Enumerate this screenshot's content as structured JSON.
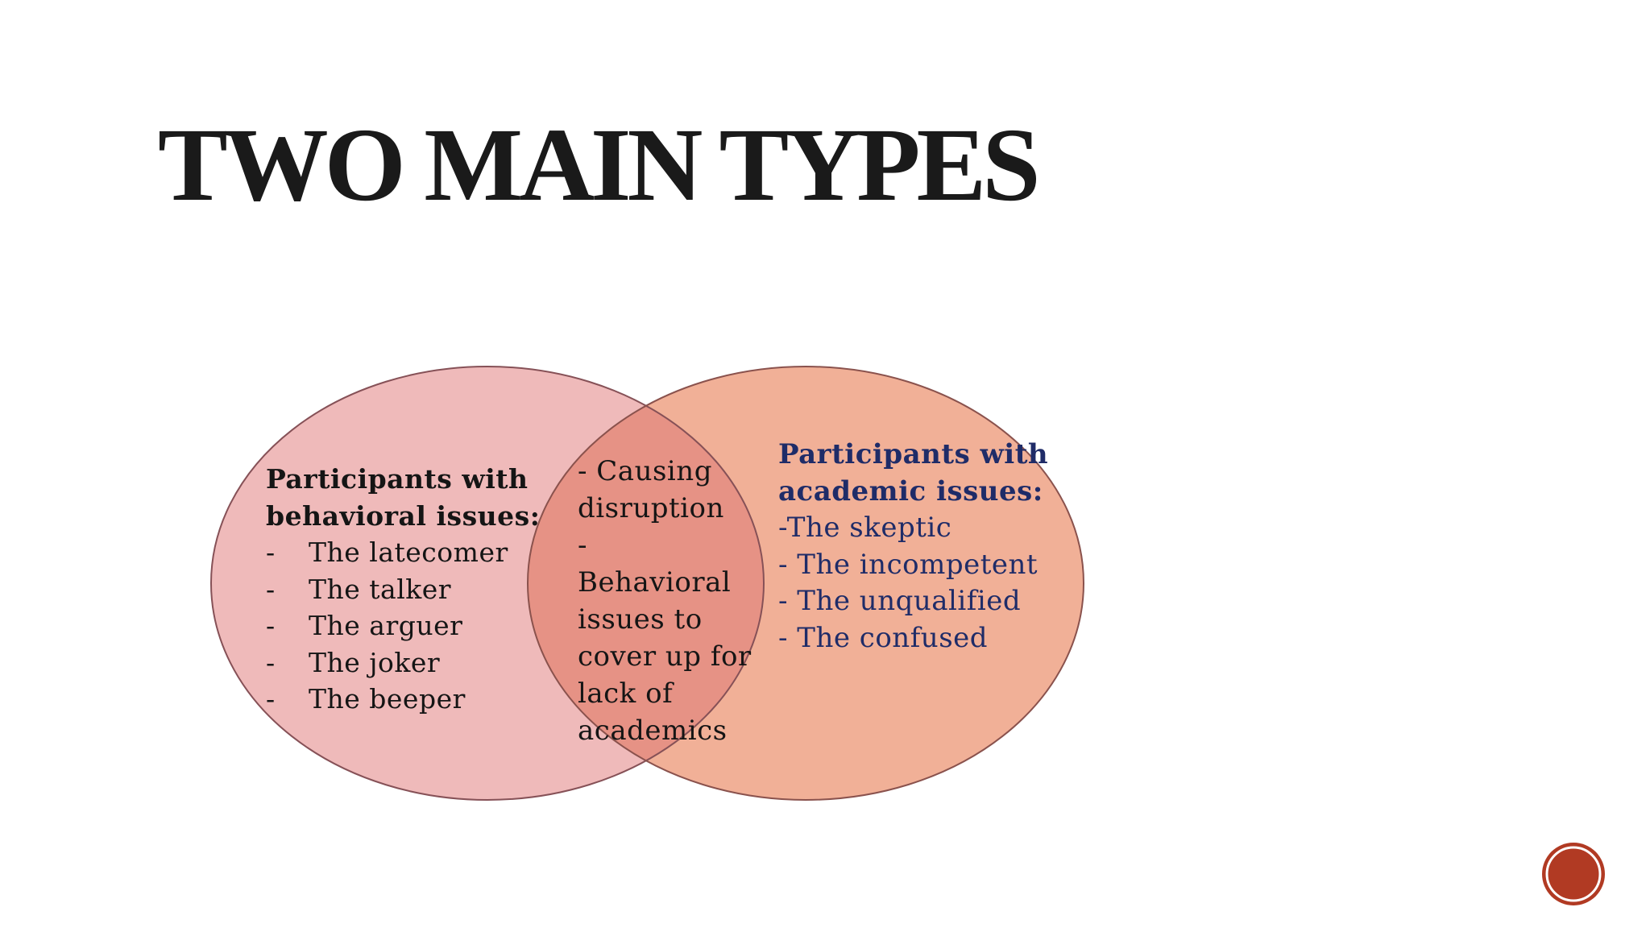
{
  "title": "TWO MAIN TYPES",
  "title_color": "#1a1a1a",
  "background": "#ffffff",
  "venn": {
    "left": {
      "heading": [
        "Participants with",
        "behavioral issues:"
      ],
      "bullet": "-",
      "items": [
        "The latecomer",
        "The talker",
        "The arguer",
        "The joker",
        "The beeper"
      ],
      "fill": "#efbaba",
      "stroke": "#865157",
      "text_color": "#151515"
    },
    "overlap": {
      "lines": [
        "- Causing",
        "disruption",
        "-",
        "Behavioral",
        "issues to",
        "cover up for",
        "lack of",
        "academics"
      ],
      "fill": "#e69285",
      "text_color": "#151515"
    },
    "right": {
      "heading": [
        "Participants with",
        "academic issues:"
      ],
      "items": [
        "-The skeptic",
        "- The incompetent",
        "- The unqualified",
        "- The confused"
      ],
      "fill": "#f1b097",
      "stroke": "#8a524d",
      "text_color": "#1f2c68"
    }
  },
  "stamp": {
    "fill": "#b13a23",
    "ring": "#ffffff"
  }
}
